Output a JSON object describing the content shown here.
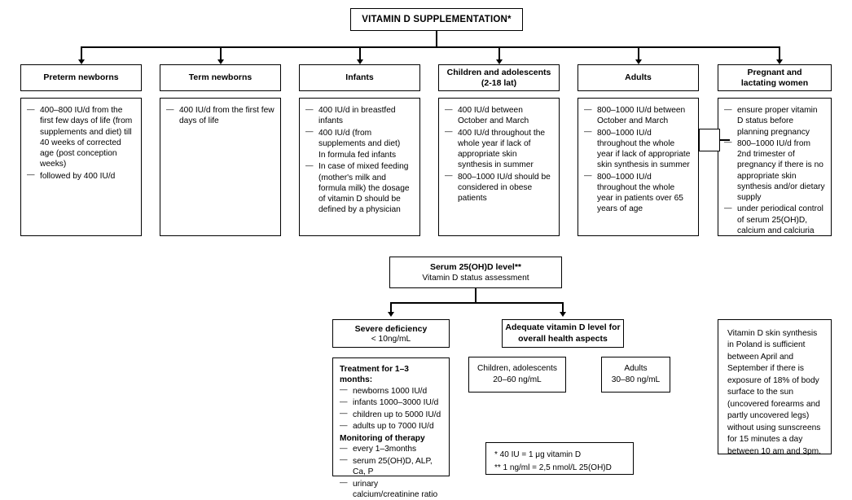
{
  "title_box": {
    "label": "VITAMIN D  SUPPLEMENTATION*"
  },
  "categories": [
    {
      "key": "preterm-newborns",
      "header": "Preterm newborns",
      "items": [
        {
          "dash": true,
          "text": "400–800 IU/d from the first few days of life (from supplements and diet) till 40 weeks of corrected age (post conception weeks)"
        },
        {
          "dash": true,
          "text": "followed by 400 IU/d"
        }
      ]
    },
    {
      "key": "term-newborns",
      "header": "Term newborns",
      "items": [
        {
          "dash": true,
          "text": "400 IU/d from the first few days of life"
        }
      ]
    },
    {
      "key": "infants",
      "header": "Infants",
      "items": [
        {
          "dash": true,
          "text": "400 IU/d in breastfed infants"
        },
        {
          "dash": true,
          "text": "400 IU/d (from supplements and diet)"
        },
        {
          "dash": false,
          "text": "In formula fed infants"
        },
        {
          "dash": true,
          "text": "In case of mixed feeding (mother's milk and formula milk) the dosage of vitamin D should be defined by a physician"
        }
      ]
    },
    {
      "key": "children-adolescents",
      "header": "Children and adolescents",
      "header2": "(2-18 lat)",
      "items": [
        {
          "dash": true,
          "text": "400 IU/d between October and March"
        },
        {
          "dash": true,
          "text": "400 IU/d throughout the whole year  if lack of appropriate skin synthesis in summer"
        },
        {
          "dash": true,
          "text": "800–1000 IU/d should be considered in obese patients"
        }
      ]
    },
    {
      "key": "adults",
      "header": "Adults",
      "items": [
        {
          "dash": true,
          "text": "800–1000 IU/d between October and March"
        },
        {
          "dash": true,
          "text": "800–1000 IU/d throughout the whole year  if lack of appropriate skin synthesis in summer"
        },
        {
          "dash": true,
          "text": "800–1000 IU/d throughout the whole year in patients over 65 years of age"
        }
      ]
    },
    {
      "key": "pregnant-lactating",
      "header": "Pregnant and",
      "header2": "lactating women",
      "items": [
        {
          "dash": true,
          "text": "ensure proper vitamin D status before planning pregnancy"
        },
        {
          "dash": true,
          "text": "800–1000 IU/d from 2nd trimester of pregnancy if there is no appropriate skin synthesis and/or dietary supply"
        },
        {
          "dash": true,
          "text": "under periodical control of serum 25(OH)D, calcium and calciuria"
        }
      ]
    }
  ],
  "serum_box": {
    "title": "Serum 25(OH)D level**",
    "subtitle": "Vitamin D status assessment"
  },
  "severe_deficiency": {
    "title": "Severe deficiency",
    "value": "< 10ng/mL"
  },
  "adequate_level": {
    "line1": "Adequate vitamin D level for",
    "line2": "overall health aspects"
  },
  "treatment_box": {
    "heading1": "Treatment for 1–3 months:",
    "items1": [
      "newborns  1000 IU/d",
      "infants  1000–3000 IU/d",
      "children  up to 5000 IU/d",
      "adults  up to 7000 IU/d"
    ],
    "heading2": "Monitoring of therapy",
    "items2": [
      "every 1–3months",
      "serum 25(OH)D, ALP, Ca, P",
      "urinary calcium/creatinine ratio"
    ]
  },
  "ranges": [
    {
      "key": "children-adolescents-range",
      "line1": "Children, adolescents",
      "line2": "20–60 ng/mL"
    },
    {
      "key": "adults-range",
      "line1": "Adults",
      "line2": "30–80 ng/mL"
    }
  ],
  "skin_synthesis_note": {
    "text": "Vitamin D skin synthesis in Poland is sufficient between April and September if there is exposure of 18% of body surface to the sun (uncovered forearms and partly uncovered legs) without using sunscreens for 15 minutes a day between 10 am and 3pm."
  },
  "footnotes": {
    "line1": "* 40 IU = 1 μg vitamin D",
    "line2": "** 1 ng/ml = 2,5 nmol/L 25(OH)D"
  }
}
